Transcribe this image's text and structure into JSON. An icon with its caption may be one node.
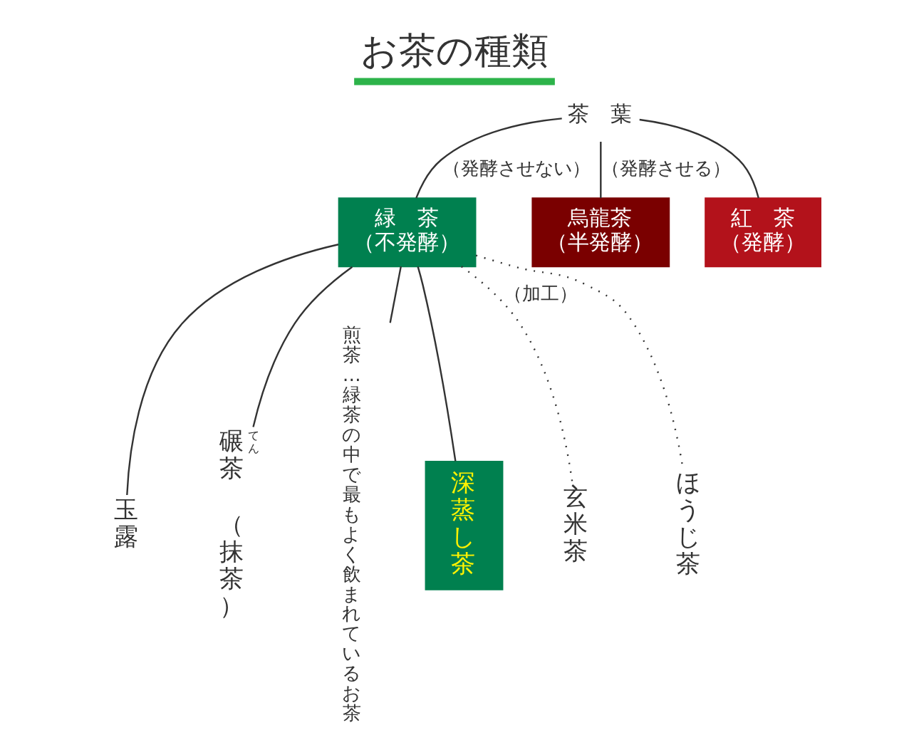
{
  "diagram": {
    "title": "お茶の種類",
    "nodes": [
      {
        "text": [
          "茶　葉"
        ]
      },
      {
        "text": [
          "緑　茶",
          "（不発酵）"
        ]
      },
      {
        "text": [
          "烏龍茶",
          "（半発酵）"
        ]
      },
      {
        "text": [
          "紅　茶",
          "（発酵）"
        ]
      },
      {
        "text": [
          "玉露"
        ]
      },
      {
        "text": [
          "碾茶",
          "（抹茶）"
        ],
        "beside": [
          "てん"
        ]
      },
      {
        "text": [
          "煎茶…緑茶の中で最もよく飲まれているお茶"
        ]
      },
      {
        "text": [
          "深蒸し茶"
        ]
      },
      {
        "text": [
          "玄米茶"
        ]
      },
      {
        "text": [
          "ほうじ茶"
        ]
      }
    ],
    "edges": [
      {
        "from": 0,
        "to": 1,
        "arrow": "none",
        "label": "（発酵させない）"
      },
      {
        "from": 0,
        "to": 2,
        "arrow": "none",
        "label": "（発酵させる）"
      },
      {
        "from": 0,
        "to": 3,
        "arrow": "none"
      },
      {
        "from": 1,
        "to": 4,
        "arrow": "none"
      },
      {
        "from": 1,
        "to": 5,
        "arrow": "none"
      },
      {
        "from": 1,
        "to": 6,
        "arrow": "none"
      },
      {
        "from": 1,
        "to": 7,
        "arrow": "none"
      },
      {
        "from": 1,
        "to": 8,
        "arrow": "none",
        "label": "（加工）",
        "style": "dashed"
      },
      {
        "from": 1,
        "to": 9,
        "arrow": "none",
        "style": "dashed"
      }
    ]
  }
}
